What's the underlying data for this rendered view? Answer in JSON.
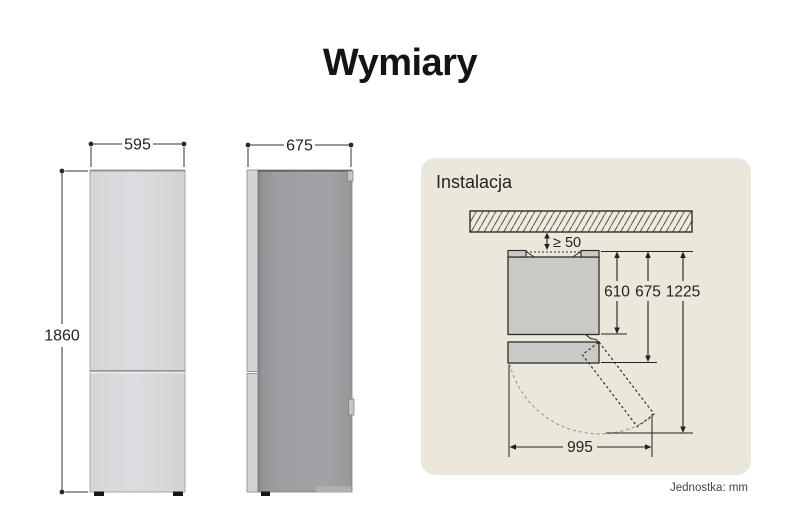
{
  "page": {
    "title": "Wymiary",
    "unit_label": "Jednostka: mm"
  },
  "front_view": {
    "width_mm": "595",
    "height_mm": "1860"
  },
  "side_view": {
    "depth_mm": "675"
  },
  "installation": {
    "heading": "Instalacja",
    "wall_clearance_mm": "≥ 50",
    "body_depth_mm": "610",
    "total_depth_mm": "675",
    "depth_door_open_mm": "1225",
    "door_swing_mm": "995"
  },
  "colors": {
    "panel_bg": "#ebe7da",
    "line": "#2d2d2b",
    "fridge_front": "#d7d8da",
    "fridge_side": "#9c9da0",
    "top_view_fill": "#cac9c6",
    "title_text": "#141414"
  }
}
